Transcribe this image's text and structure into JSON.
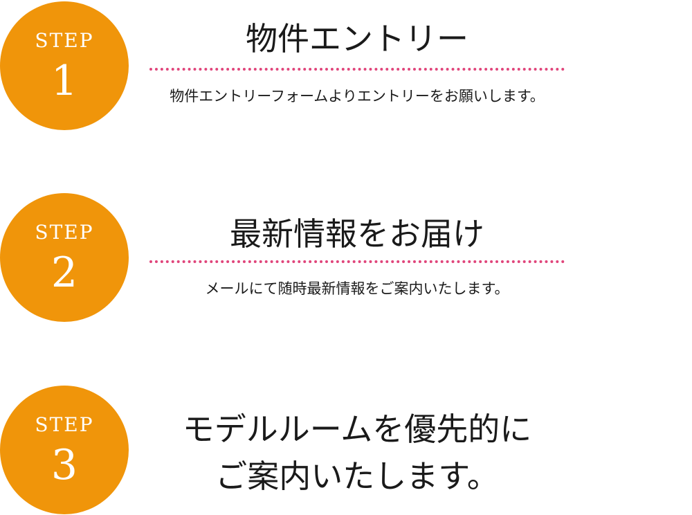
{
  "steps": [
    {
      "label": "STEP",
      "number": "1",
      "title": "物件エントリー",
      "description": "物件エントリーフォームよりエントリーをお願いします。"
    },
    {
      "label": "STEP",
      "number": "2",
      "title": "最新情報をお届け",
      "description": "メールにて随時最新情報をご案内いたします。"
    },
    {
      "label": "STEP",
      "number": "3",
      "title_lines": [
        "モデルルームを優先的に",
        "ご案内いたします。"
      ]
    }
  ],
  "colors": {
    "badge": "#f0950a",
    "dotted_line": "#e0457b",
    "text": "#1a1a1a"
  }
}
